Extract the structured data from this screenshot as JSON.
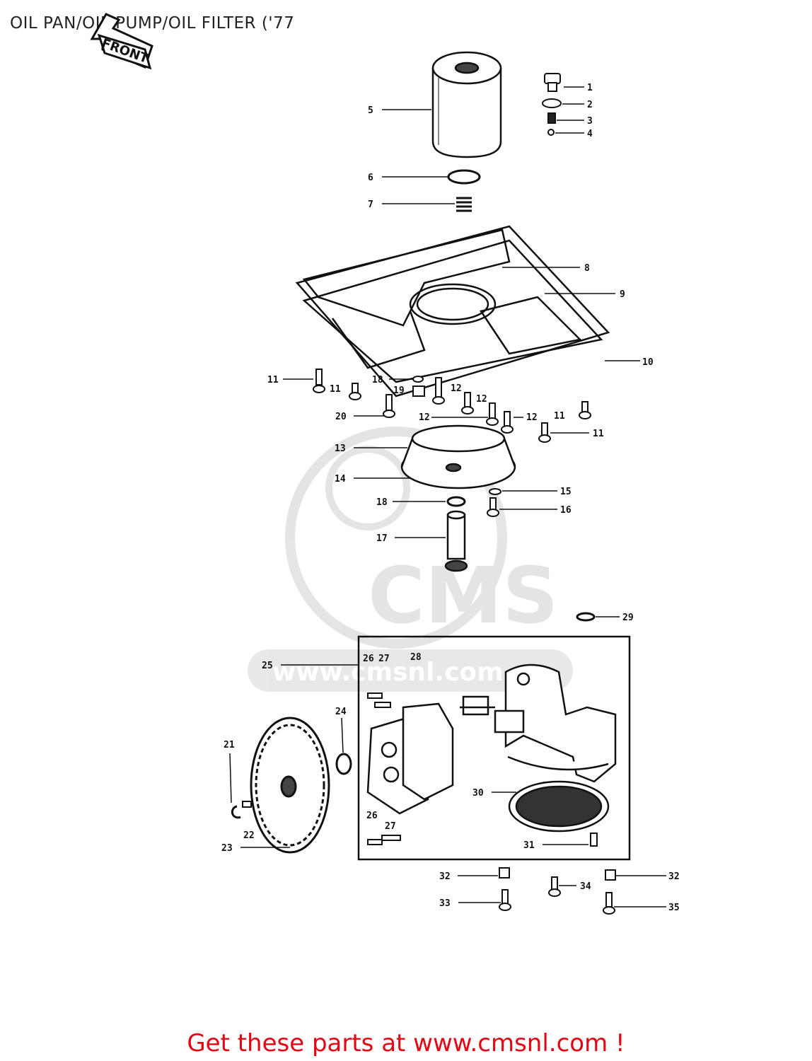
{
  "title": "OIL PAN/OIL PUMP/OIL FILTER ('77",
  "front_badge": "FRONT",
  "watermark": {
    "logo": "CMS",
    "url": "www.cmsnl.com"
  },
  "footer": {
    "text": "Get these parts at www.cmsnl.com !",
    "color": "#e30613"
  },
  "part_labels": {
    "p1": "1",
    "p2": "2",
    "p3": "3",
    "p4": "4",
    "p5": "5",
    "p6": "6",
    "p7": "7",
    "p8": "8",
    "p9": "9",
    "p10": "10",
    "p11a": "11",
    "p11b": "11",
    "p11c": "11",
    "p11d": "11",
    "p12a": "12",
    "p12b": "12",
    "p12c": "12",
    "p12d": "12",
    "p13": "13",
    "p14": "14",
    "p15": "15",
    "p16": "16",
    "p17": "17",
    "p18a": "18",
    "p18b": "18",
    "p19": "19",
    "p20": "20",
    "p21": "21",
    "p22": "22",
    "p23": "23",
    "p24": "24",
    "p25": "25",
    "p26a": "26",
    "p27a": "27",
    "p26b": "26",
    "p27b": "27",
    "p28": "28",
    "p29": "29",
    "p30": "30",
    "p31": "31",
    "p32a": "32",
    "p32b": "32",
    "p33": "33",
    "p34": "34",
    "p35": "35"
  }
}
